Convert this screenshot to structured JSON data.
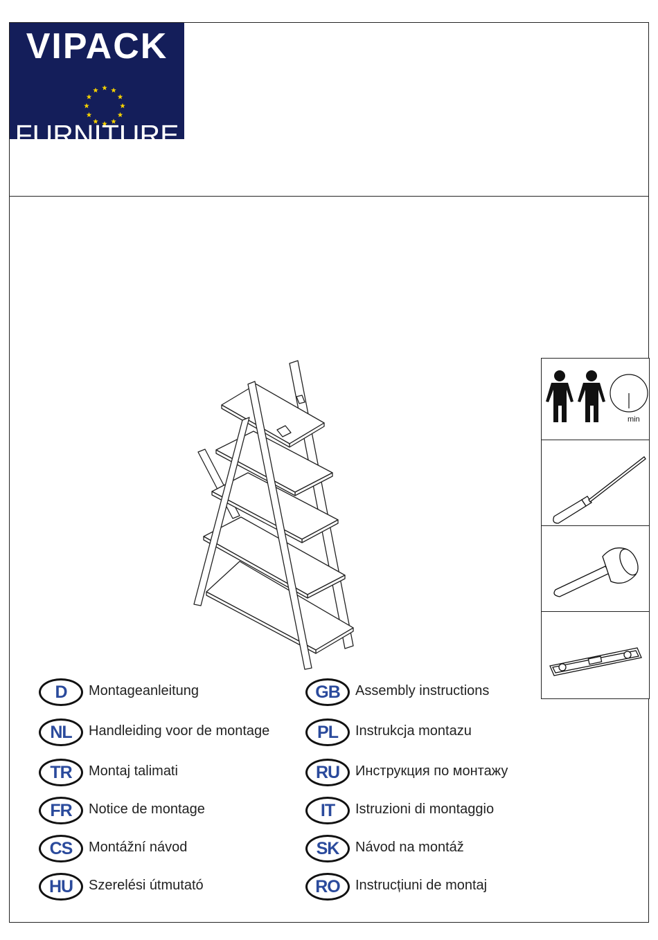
{
  "brand": {
    "name_top": "VIPACK",
    "name_bottom": "FURNITURE",
    "bg_color": "#141e5a",
    "star_color": "#f4d000"
  },
  "tools": {
    "time_unit": "min",
    "items": [
      "two-persons-icon",
      "clock-icon",
      "screwdriver-icon",
      "mallet-icon",
      "spirit-level-icon"
    ]
  },
  "languages": {
    "left": [
      {
        "code": "D",
        "text": "Montageanleitung"
      },
      {
        "code": "NL",
        "text": "Handleiding voor de montage"
      },
      {
        "code": "TR",
        "text": "Montaj talimati"
      },
      {
        "code": "FR",
        "text": "Notice de montage"
      },
      {
        "code": "CS",
        "text": "Montážní návod"
      },
      {
        "code": "HU",
        "text": "Szerelési útmutató"
      }
    ],
    "right": [
      {
        "code": "GB",
        "text": "Assembly instructions"
      },
      {
        "code": "PL",
        "text": "Instrukcja montazu"
      },
      {
        "code": "RU",
        "text": "Инструкция по монтажу"
      },
      {
        "code": "IT",
        "text": "Istruzioni di montaggio"
      },
      {
        "code": "SK",
        "text": "Návod na montáž"
      },
      {
        "code": "RO",
        "text": "Instrucțiuni de montaj"
      }
    ],
    "badge_text_color": "#2a4a9c"
  }
}
